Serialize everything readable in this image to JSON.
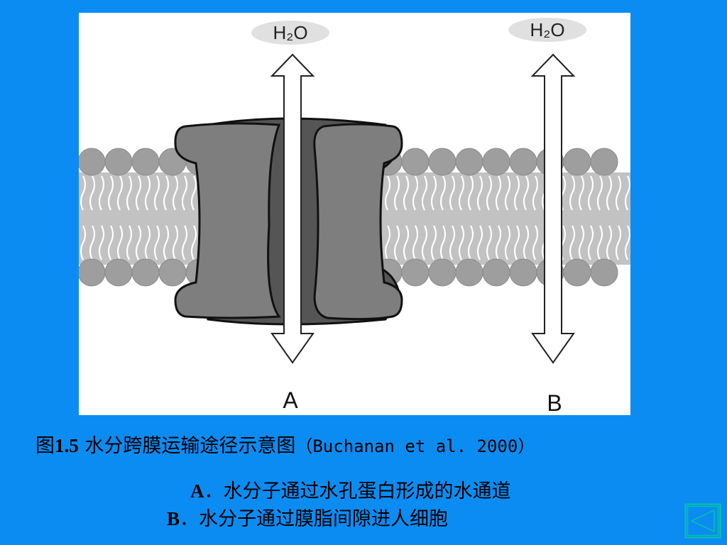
{
  "figure": {
    "water_label_a": "H₂O",
    "water_label_b": "H₂O",
    "label_a": "A",
    "label_b": "B",
    "colors": {
      "background_panel": "#ffffff",
      "lipid_head": "#9e9e9e",
      "lipid_tail": "#c2c2c2",
      "protein_light": "#7c7c7c",
      "protein_dark": "#4e4e4e",
      "arrow_fill": "#ffffff"
    }
  },
  "caption": {
    "prefix": "图",
    "number": "1.5",
    "title": " 水分跨膜运输途径示意图",
    "citation": "（Buchanan et al. 2000）"
  },
  "legend": {
    "a_letter": "A",
    "a_text": "．水分子通过水孔蛋白形成的水通道",
    "b_letter": "B",
    "b_text": "．水分子通过膜脂间隙进人细胞"
  },
  "nav": {
    "back_icon": "back-triangle-icon",
    "color": "#00c8a0"
  }
}
